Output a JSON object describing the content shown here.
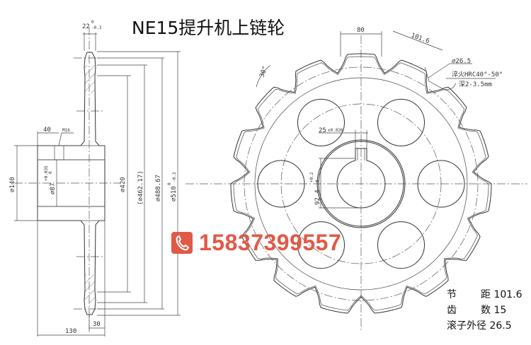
{
  "title": "NE15提升机上链轮",
  "contact": {
    "phone": "15837399557",
    "badge_color": "#e05a47",
    "icon": "phone-icon"
  },
  "specs": [
    {
      "label_a": "节",
      "label_b": "距",
      "value": "101.6"
    },
    {
      "label_a": "齿",
      "label_b": "数",
      "value": "15"
    },
    {
      "label_a": "滚子外径",
      "label_b": "",
      "value": "26.5"
    }
  ],
  "side_view": {
    "width_dim": "22",
    "width_tol_upper": "0",
    "width_tol_lower": "-0.3",
    "hub_offset": "40",
    "thread": "M16",
    "hub_dia": "⌀140",
    "bore_dia": "⌀87",
    "bore_tol_upper": "+0.035",
    "bore_tol_lower": "0",
    "d420": "⌀420",
    "d462": "(⌀462.17)",
    "d488": "⌀488.67",
    "d510": "⌀510",
    "d510_tol_upper": "0",
    "d510_tol_lower": "-0.3",
    "hub_length": "130",
    "plate_offset": "30"
  },
  "front_view": {
    "chord": "80",
    "pitch": "101.6",
    "angle": "30°",
    "roller": "⌀26.5",
    "hardening": "淬火HRC40°-50°",
    "depth": "深2-3.5mm",
    "key_width": "25",
    "key_tol": "±0.026",
    "key_depth": "92.4",
    "key_tol_upper": "+0.2",
    "key_tol_lower": "0",
    "teeth": 15
  }
}
